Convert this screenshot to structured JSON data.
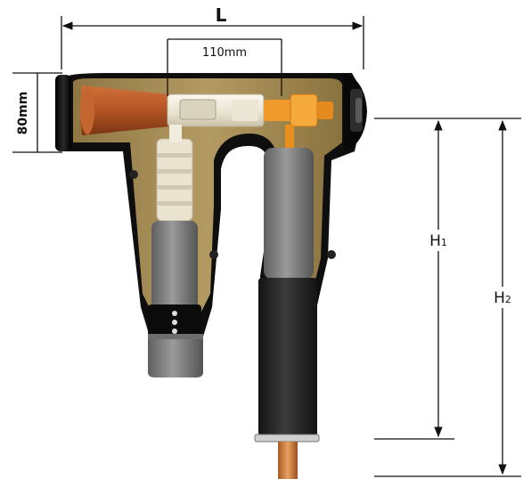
{
  "labels": {
    "overall_length": "L",
    "interface_spacing": "110mm",
    "body_diameter": "80mm",
    "height_1_main": "H",
    "height_1_sub": "1",
    "height_2_main": "H",
    "height_2_sub": "2"
  },
  "colors": {
    "housing": "#0e0e0e",
    "insulation": "#a98f57",
    "stress_cone": "#b75a28",
    "plug_cap": "#f1ecdd",
    "conductor": "#ef9a2a",
    "cable_sheath": "#7a7a7a",
    "cable_jacket": "#2a2a2a",
    "copper_core": "#d7843d"
  }
}
